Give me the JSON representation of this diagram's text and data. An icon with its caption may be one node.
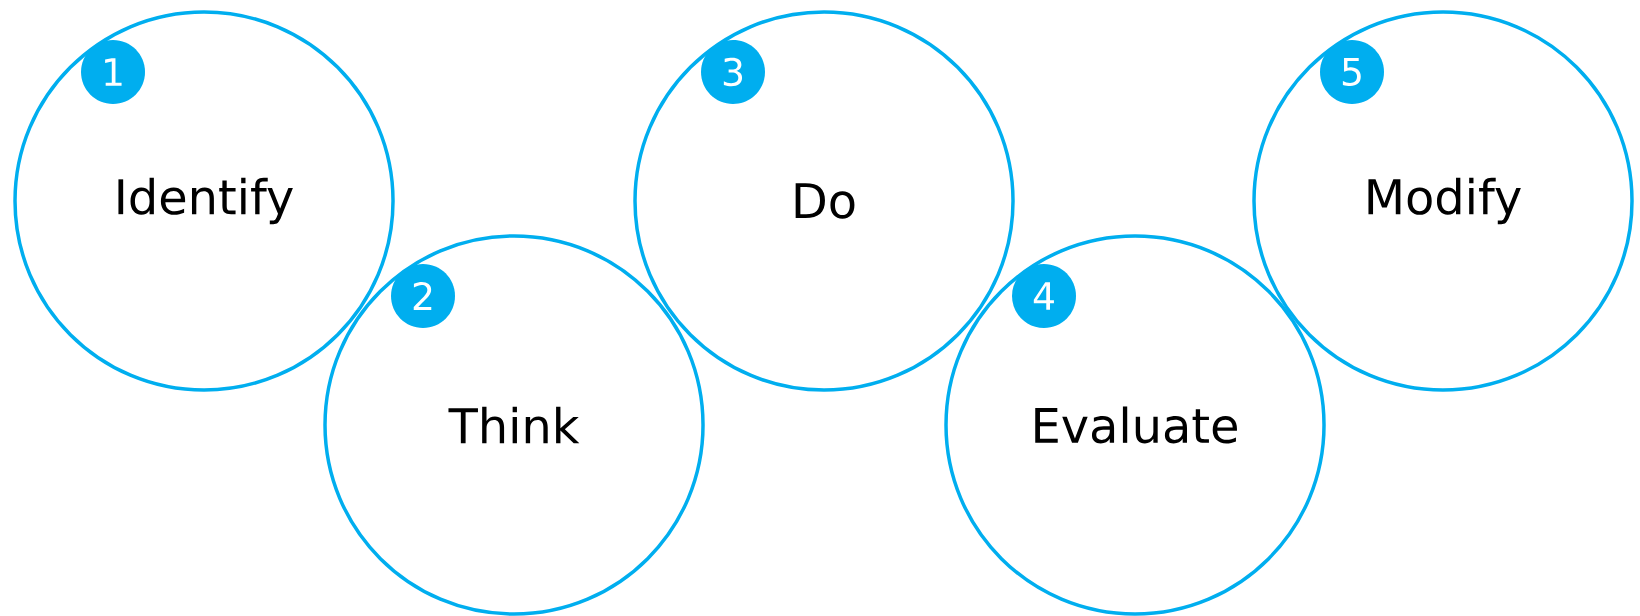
{
  "diagram": {
    "nodes": [
      {
        "text": [
          "Identify"
        ]
      },
      {
        "text": [
          "1"
        ],
        "in": 0
      },
      {
        "text": [
          "Think"
        ]
      },
      {
        "text": [
          "2"
        ],
        "in": 2
      },
      {
        "text": [
          "Do"
        ]
      },
      {
        "text": [
          "3"
        ],
        "in": 4
      },
      {
        "text": [
          "Evaluate"
        ]
      },
      {
        "text": [
          "4"
        ],
        "in": 6
      },
      {
        "text": [
          "Modify"
        ]
      },
      {
        "text": [
          "5"
        ],
        "in": 8
      }
    ]
  }
}
